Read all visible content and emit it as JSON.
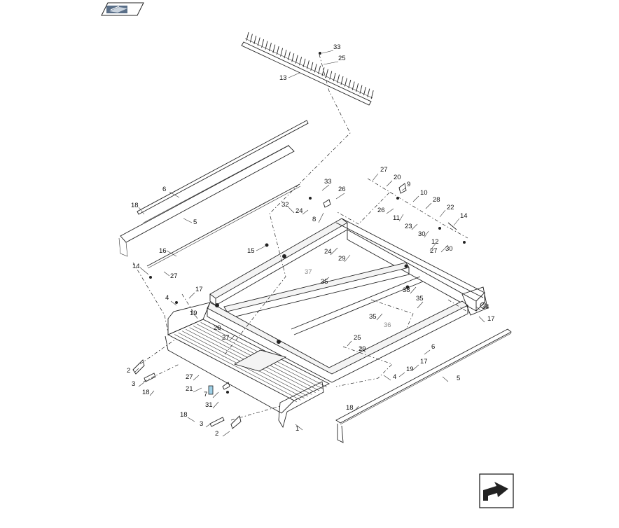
{
  "diagram": {
    "callouts": [
      {
        "id": "c1",
        "text": "33"
      },
      {
        "id": "c2",
        "text": "25"
      },
      {
        "id": "c3",
        "text": "13"
      },
      {
        "id": "c4",
        "text": "6"
      },
      {
        "id": "c5",
        "text": "18"
      },
      {
        "id": "c6",
        "text": "5"
      },
      {
        "id": "c7",
        "text": "16"
      },
      {
        "id": "c8",
        "text": "14"
      },
      {
        "id": "c9",
        "text": "27"
      },
      {
        "id": "c10",
        "text": "15"
      },
      {
        "id": "c11",
        "text": "33"
      },
      {
        "id": "c12",
        "text": "26"
      },
      {
        "id": "c13",
        "text": "32"
      },
      {
        "id": "c14",
        "text": "24"
      },
      {
        "id": "c15",
        "text": "8"
      },
      {
        "id": "c16",
        "text": "27"
      },
      {
        "id": "c17",
        "text": "20"
      },
      {
        "id": "c18",
        "text": "9"
      },
      {
        "id": "c19",
        "text": "10"
      },
      {
        "id": "c20",
        "text": "28"
      },
      {
        "id": "c21",
        "text": "26"
      },
      {
        "id": "c22",
        "text": "11"
      },
      {
        "id": "c23",
        "text": "22"
      },
      {
        "id": "c24",
        "text": "14"
      },
      {
        "id": "c25",
        "text": "23"
      },
      {
        "id": "c26",
        "text": "30"
      },
      {
        "id": "c27",
        "text": "12"
      },
      {
        "id": "c28",
        "text": "27"
      },
      {
        "id": "c29",
        "text": "30"
      },
      {
        "id": "c30",
        "text": "24"
      },
      {
        "id": "c31",
        "text": "29"
      },
      {
        "id": "c32",
        "text": "37",
        "grey": true
      },
      {
        "id": "c33",
        "text": "35"
      },
      {
        "id": "c34",
        "text": "38"
      },
      {
        "id": "c35",
        "text": "35"
      },
      {
        "id": "c36",
        "text": "34"
      },
      {
        "id": "c37",
        "text": "35"
      },
      {
        "id": "c38",
        "text": "36",
        "grey": true
      },
      {
        "id": "c39",
        "text": "17"
      },
      {
        "id": "c40",
        "text": "17"
      },
      {
        "id": "c41",
        "text": "4"
      },
      {
        "id": "c42",
        "text": "19"
      },
      {
        "id": "c43",
        "text": "20"
      },
      {
        "id": "c44",
        "text": "27"
      },
      {
        "id": "c45",
        "text": "25"
      },
      {
        "id": "c46",
        "text": "29"
      },
      {
        "id": "c47",
        "text": "6"
      },
      {
        "id": "c48",
        "text": "17"
      },
      {
        "id": "c49",
        "text": "19"
      },
      {
        "id": "c50",
        "text": "4"
      },
      {
        "id": "c51",
        "text": "5"
      },
      {
        "id": "c52",
        "text": "2"
      },
      {
        "id": "c53",
        "text": "3"
      },
      {
        "id": "c54",
        "text": "18"
      },
      {
        "id": "c55",
        "text": "27"
      },
      {
        "id": "c56",
        "text": "21"
      },
      {
        "id": "c57",
        "text": "7"
      },
      {
        "id": "c58",
        "text": "31"
      },
      {
        "id": "c59",
        "text": "18"
      },
      {
        "id": "c60",
        "text": "3"
      },
      {
        "id": "c61",
        "text": "2"
      },
      {
        "id": "c62",
        "text": "18"
      },
      {
        "id": "c63",
        "text": "1"
      }
    ]
  },
  "icons": {
    "top_nav": "book-page-icon",
    "bottom_nav": "next-page-arrow-icon"
  }
}
